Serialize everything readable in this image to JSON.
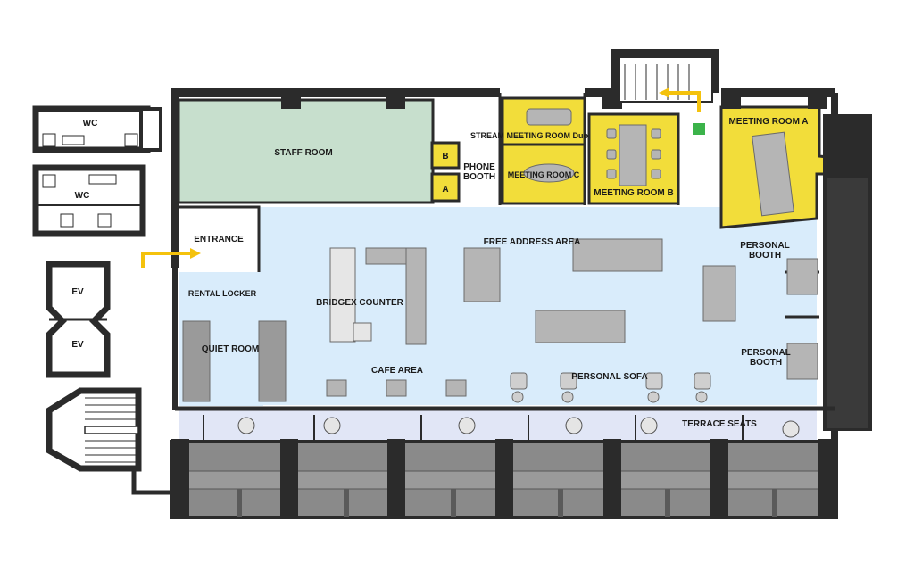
{
  "rooms": {
    "wc_top": "WC",
    "wc_bottom": "WC",
    "ev_top": "EV",
    "ev_bottom": "EV",
    "staff_room": "STAFF ROOM",
    "phone_booth_line1": "PHONE",
    "phone_booth_line2": "BOOTH",
    "booth_b": "B",
    "booth_a": "A",
    "stream_meeting_room": "STREAM MEETING ROOM Duo",
    "meeting_room_c": "MEETING ROOM C",
    "meeting_room_b": "MEETING ROOM B",
    "meeting_room_a": "MEETING ROOM A",
    "entrance": "ENTRANCE",
    "rental_locker": "RENTAL LOCKER",
    "quiet_room": "QUIET ROOM",
    "bridgex_counter": "BRIDGEX COUNTER",
    "free_address_area": "FREE ADDRESS AREA",
    "cafe_area": "CAFE AREA",
    "personal_sofa": "PERSONAL SOFA",
    "personal_booth_top_line1": "PERSONAL",
    "personal_booth_top_line2": "BOOTH",
    "personal_booth_bottom_line1": "PERSONAL",
    "personal_booth_bottom_line2": "BOOTH",
    "terrace_seats": "TERRACE SEATS"
  },
  "colors": {
    "wall": "#2b2b2b",
    "staff_room": "#c7dfcd",
    "meeting": "#f2dd3a",
    "open_area": "#d9ecfb",
    "terrace": "#e1e6f6",
    "furniture": "#a9a9a9",
    "arrow": "#f4c20d",
    "exit_sign": "#3bb34a"
  },
  "icons": {
    "entrance_arrow": "arrow-right-icon",
    "exit_arrow": "arrow-left-icon",
    "emergency_exit": "emergency-exit-icon"
  }
}
